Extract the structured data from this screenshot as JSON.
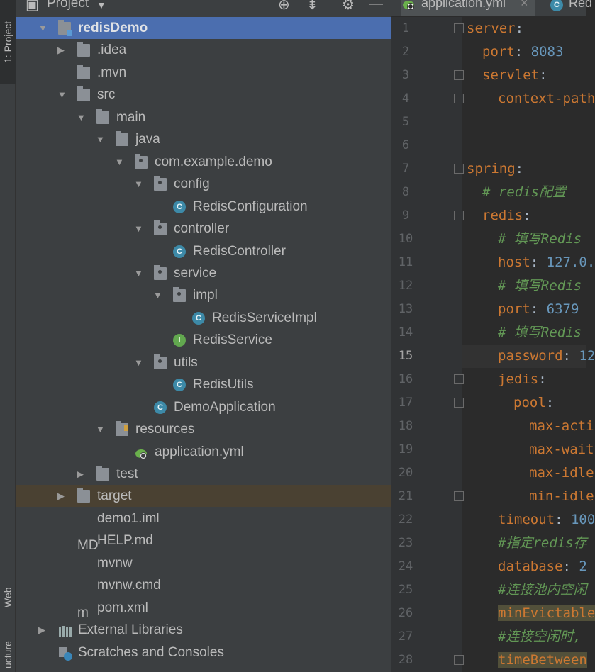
{
  "tool_strip": {
    "project": "1: Project",
    "web": "Web",
    "structure": "ucture"
  },
  "panel": {
    "title": "Project"
  },
  "tree": [
    {
      "label": "redisDemo",
      "icon": "module-folder-icon"
    },
    {
      "label": ".idea",
      "icon": "folder-icon"
    },
    {
      "label": ".mvn",
      "icon": "folder-icon"
    },
    {
      "label": "src",
      "icon": "folder-icon"
    },
    {
      "label": "main",
      "icon": "folder-icon"
    },
    {
      "label": "java",
      "icon": "source-folder-icon"
    },
    {
      "label": "com.example.demo",
      "icon": "package-icon"
    },
    {
      "label": "config",
      "icon": "package-icon"
    },
    {
      "label": "RedisConfiguration",
      "icon": "class-icon"
    },
    {
      "label": "controller",
      "icon": "package-icon"
    },
    {
      "label": "RedisController",
      "icon": "class-icon"
    },
    {
      "label": "service",
      "icon": "package-icon"
    },
    {
      "label": "impl",
      "icon": "package-icon"
    },
    {
      "label": "RedisServiceImpl",
      "icon": "class-icon"
    },
    {
      "label": "RedisService",
      "icon": "interface-icon"
    },
    {
      "label": "utils",
      "icon": "package-icon"
    },
    {
      "label": "RedisUtils",
      "icon": "class-icon"
    },
    {
      "label": "DemoApplication",
      "icon": "spring-boot-class-icon"
    },
    {
      "label": "resources",
      "icon": "resources-folder-icon"
    },
    {
      "label": "application.yml",
      "icon": "spring-yml-icon"
    },
    {
      "label": "test",
      "icon": "folder-icon"
    },
    {
      "label": "target",
      "icon": "excluded-folder-icon"
    },
    {
      "label": "demo1.iml",
      "icon": "iml-file-icon"
    },
    {
      "label": "HELP.md",
      "icon": "markdown-file-icon"
    },
    {
      "label": "mvnw",
      "icon": "text-file-icon"
    },
    {
      "label": "mvnw.cmd",
      "icon": "text-file-icon"
    },
    {
      "label": "pom.xml",
      "icon": "maven-icon"
    },
    {
      "label": "External Libraries",
      "icon": "libraries-icon"
    },
    {
      "label": "Scratches and Consoles",
      "icon": "scratches-icon"
    }
  ],
  "editor": {
    "tabs": [
      {
        "label": "application.yml",
        "close": "×"
      },
      {
        "label": "Red"
      }
    ],
    "line_numbers": [
      "1",
      "2",
      "3",
      "4",
      "5",
      "6",
      "7",
      "8",
      "9",
      "10",
      "11",
      "12",
      "13",
      "14",
      "15",
      "16",
      "17",
      "18",
      "19",
      "20",
      "21",
      "22",
      "23",
      "24",
      "25",
      "26",
      "27",
      "28"
    ],
    "lines": [
      {
        "key": "server",
        "sep": ":"
      },
      {
        "key": "port",
        "sep": ": ",
        "val": "8083"
      },
      {
        "key": "servlet",
        "sep": ":"
      },
      {
        "key": "context-path"
      },
      {},
      {},
      {
        "key": "spring",
        "sep": ":"
      },
      {
        "comment": "# redis配置"
      },
      {
        "key": "redis",
        "sep": ":"
      },
      {
        "comment": "# 填写Redis"
      },
      {
        "key": "host",
        "sep": ": ",
        "val": "127.0."
      },
      {
        "comment": "# 填写Redis"
      },
      {
        "key": "port",
        "sep": ": ",
        "val": "6379"
      },
      {
        "comment": "# 填写Redis"
      },
      {
        "key": "password",
        "sep": ": ",
        "val": "12"
      },
      {
        "key": "jedis",
        "sep": ":"
      },
      {
        "key": "pool",
        "sep": ":"
      },
      {
        "key": "max-acti"
      },
      {
        "key": "max-wait"
      },
      {
        "key": "max-idle"
      },
      {
        "key": "min-idle"
      },
      {
        "key": "timeout",
        "sep": ": ",
        "val": "100"
      },
      {
        "comment": "#指定redis存"
      },
      {
        "key": "database",
        "sep": ": ",
        "val": "2"
      },
      {
        "comment": "#连接池内空闲"
      },
      {
        "key": "minEvictable"
      },
      {
        "comment": "#连接空闲时,"
      },
      {
        "key": "timeBetween"
      }
    ]
  },
  "colors": {
    "selection": "#4b6eaf",
    "keyword": "#cc7832",
    "number": "#6897bb",
    "comment": "#629755"
  }
}
